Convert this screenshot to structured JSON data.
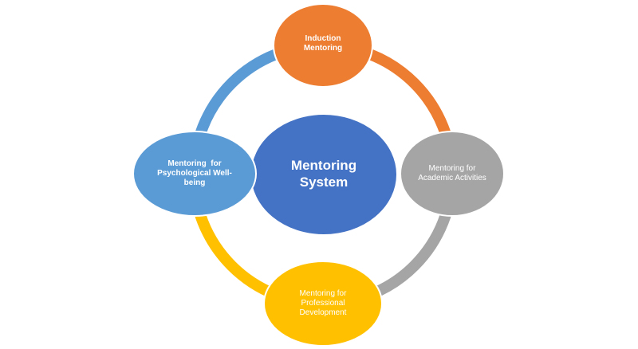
{
  "center": {
    "line1": "Mentoring",
    "line2": "System",
    "color": "#4472C4"
  },
  "nodes": [
    {
      "id": "induction",
      "line1": "Induction",
      "line2": "Mentoring",
      "line3": "",
      "color": "#ED7D31"
    },
    {
      "id": "academic",
      "line1": "Mentoring for",
      "line2": "Academic Activities",
      "line3": "",
      "color": "#A5A5A5"
    },
    {
      "id": "professional",
      "line1": "Mentoring for",
      "line2": "Professional",
      "line3": "Development",
      "color": "#FFC000"
    },
    {
      "id": "psychological",
      "line1": "Mentoring  for",
      "line2": "Psychological Well-",
      "line3": "being",
      "color": "#5B9BD5"
    }
  ]
}
